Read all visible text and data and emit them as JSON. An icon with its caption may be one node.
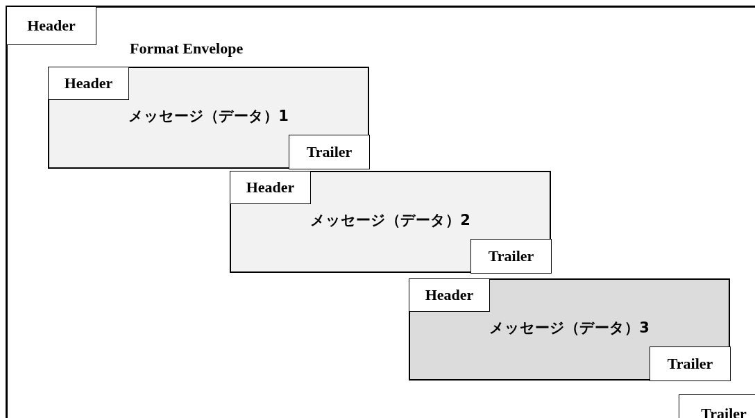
{
  "diagram": {
    "nodes": [
      {
        "text": [
          "Format Envelope"
        ]
      },
      {
        "text": [
          "Header"
        ],
        "in": 0
      },
      {
        "text": [
          "メッセージ（データ）1"
        ],
        "in": 0
      },
      {
        "text": [
          "Header"
        ],
        "in": 2
      },
      {
        "text": [
          "Trailer"
        ],
        "in": 2
      },
      {
        "text": [
          "メッセージ（データ）2"
        ],
        "in": 0
      },
      {
        "text": [
          "Header"
        ],
        "in": 5
      },
      {
        "text": [
          "Trailer"
        ],
        "in": 5
      },
      {
        "text": [
          "メッセージ（データ）3"
        ],
        "in": 0
      },
      {
        "text": [
          "Header"
        ],
        "in": 8
      },
      {
        "text": [
          "Trailer"
        ],
        "in": 8
      },
      {
        "text": [
          "Trailer"
        ],
        "in": 0
      }
    ]
  }
}
